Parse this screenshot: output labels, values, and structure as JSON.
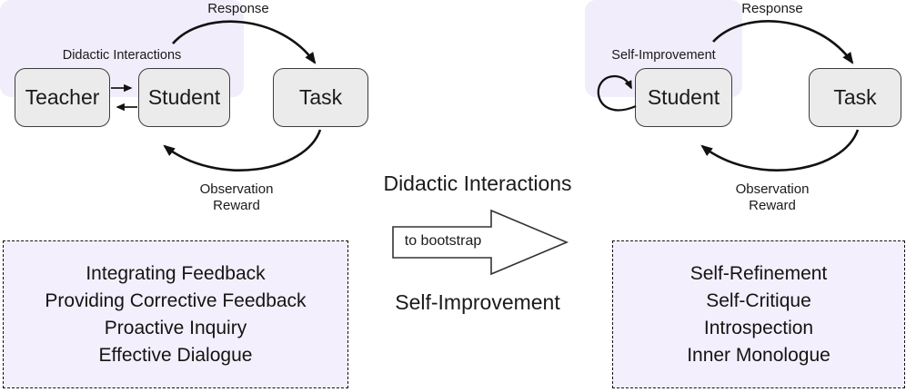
{
  "figure": {
    "center": {
      "top_label": "Didactic Interactions",
      "arrow_label": "to bootstrap",
      "bottom_label": "Self-Improvement"
    },
    "left_diagram": {
      "panel_label": "Didactic Interactions",
      "nodes": {
        "teacher": "Teacher",
        "student": "Student",
        "task": "Task"
      },
      "edge_labels": {
        "response": "Response",
        "observation": "Observation",
        "reward": "Reward"
      },
      "capabilities": [
        "Integrating Feedback",
        "Providing Corrective Feedback",
        "Proactive Inquiry",
        "Effective Dialogue"
      ]
    },
    "right_diagram": {
      "panel_label": "Self-Improvement",
      "nodes": {
        "student": "Student",
        "task": "Task"
      },
      "edge_labels": {
        "response": "Response",
        "observation": "Observation",
        "reward": "Reward"
      },
      "capabilities": [
        "Self-Refinement",
        "Self-Critique",
        "Introspection",
        "Inner Monologue"
      ]
    },
    "colors": {
      "panel_bg": "#F2EDFA",
      "node_bg": "#EBEBEB",
      "node_border": "#3c3c3c",
      "dashed_box_bg": "#F4EFFC",
      "arrow": "#111111",
      "text": "#1a1a1a"
    }
  }
}
